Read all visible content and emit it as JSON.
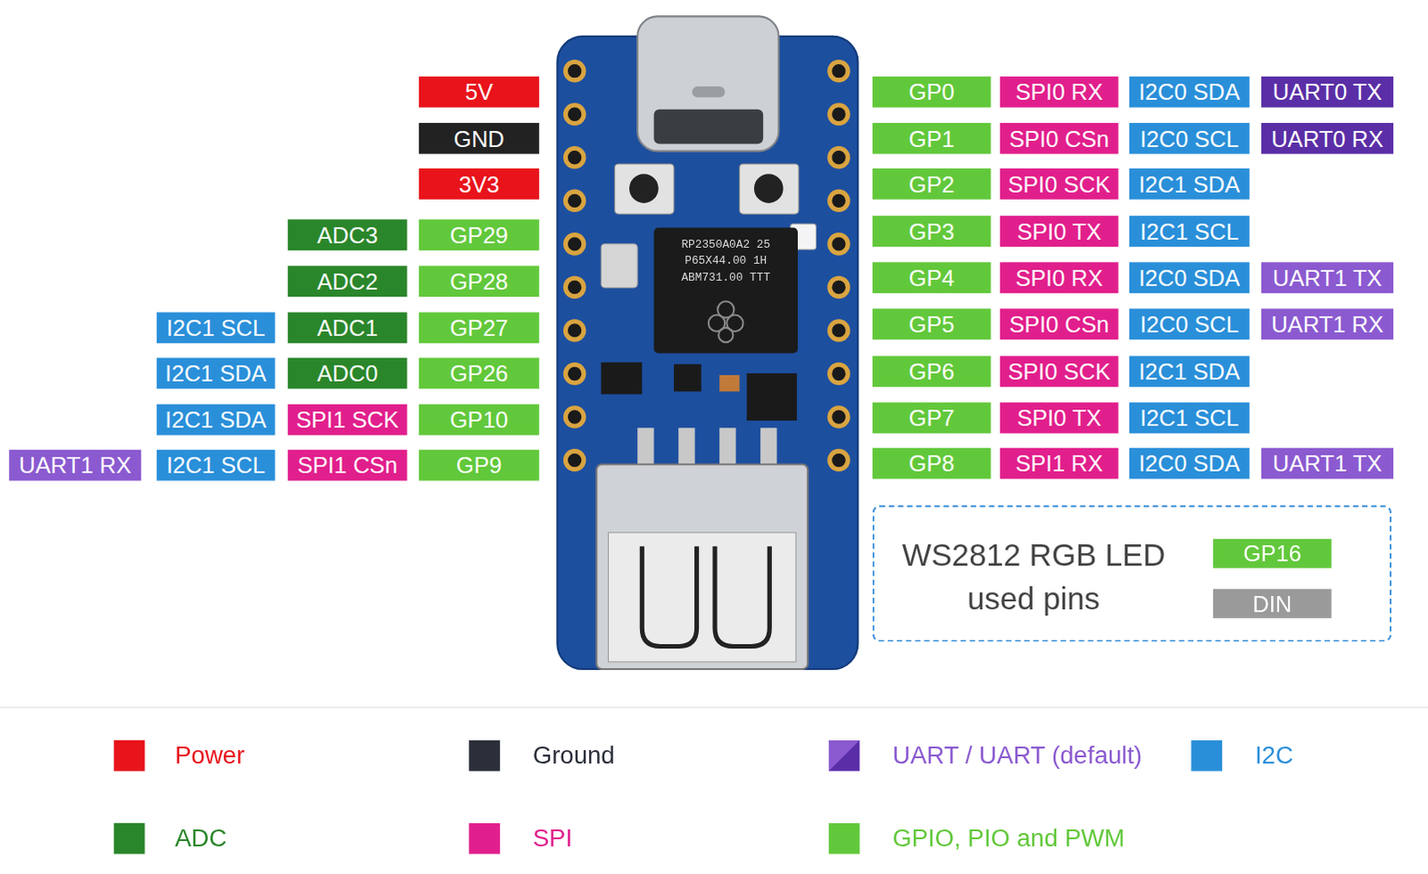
{
  "diagram": {
    "nodes": [
      {
        "text": [
          "5V"
        ]
      },
      {
        "text": [
          "GP0"
        ]
      },
      {
        "text": [
          "SPI0 RX"
        ]
      },
      {
        "text": [
          "I2C0 SDA"
        ]
      },
      {
        "text": [
          "UART0 TX"
        ]
      },
      {
        "text": [
          "GND"
        ]
      },
      {
        "text": [
          "GP1"
        ]
      },
      {
        "text": [
          "SPI0 CSn"
        ]
      },
      {
        "text": [
          "I2C0 SCL"
        ]
      },
      {
        "text": [
          "UART0 RX"
        ]
      },
      {
        "text": [
          "3V3"
        ]
      },
      {
        "text": [
          "GP2"
        ]
      },
      {
        "text": [
          "SPI0 SCK"
        ]
      },
      {
        "text": [
          "I2C1 SDA"
        ]
      },
      {
        "text": [
          "ADC3"
        ]
      },
      {
        "text": [
          "GP29"
        ]
      },
      {
        "text": [
          "GP3"
        ]
      },
      {
        "text": [
          "SPI0 TX"
        ]
      },
      {
        "text": [
          "I2C1 SCL"
        ]
      },
      {
        "text": [
          "ADC2"
        ]
      },
      {
        "text": [
          "GP28"
        ]
      },
      {
        "text": [
          "GP4"
        ]
      },
      {
        "text": [
          "SPI0 RX"
        ]
      },
      {
        "text": [
          "I2C0 SDA"
        ]
      },
      {
        "text": [
          "UART1 TX"
        ]
      },
      {
        "text": [
          "I2C1 SCL"
        ]
      },
      {
        "text": [
          "ADC1"
        ]
      },
      {
        "text": [
          "GP27"
        ]
      },
      {
        "text": [
          "GP5"
        ]
      },
      {
        "text": [
          "SPI0 CSn"
        ]
      },
      {
        "text": [
          "I2C0 SCL"
        ]
      },
      {
        "text": [
          "UART1 RX"
        ]
      },
      {
        "text": [
          "I2C1 SDA"
        ]
      },
      {
        "text": [
          "ADC0"
        ]
      },
      {
        "text": [
          "GP26"
        ]
      },
      {
        "text": [
          "GP6"
        ]
      },
      {
        "text": [
          "SPI0 SCK"
        ]
      },
      {
        "text": [
          "I2C1 SDA"
        ]
      },
      {
        "text": [
          "I2C1 SDA"
        ]
      },
      {
        "text": [
          "SPI1 SCK"
        ]
      },
      {
        "text": [
          "GP10"
        ]
      },
      {
        "text": [
          "GP7"
        ]
      },
      {
        "text": [
          "SPI0 TX"
        ]
      },
      {
        "text": [
          "I2C1 SCL"
        ]
      },
      {
        "text": [
          "UART1 RX"
        ]
      },
      {
        "text": [
          "I2C1 SCL"
        ]
      },
      {
        "text": [
          "SPI1 CSn"
        ]
      },
      {
        "text": [
          "GP9"
        ]
      },
      {
        "text": [
          "GP8"
        ]
      },
      {
        "text": [
          "SPI1 RX"
        ]
      },
      {
        "text": [
          "I2C0 SDA"
        ]
      },
      {
        "text": [
          "UART1 TX"
        ]
      },
      {
        "text": [
          "WS2812 RGB LED used pins"
        ]
      },
      {
        "text": [
          "GP16"
        ],
        "in": 52
      },
      {
        "text": [
          "DIN"
        ],
        "in": 52
      }
    ],
    "labels": [
      "RP2350A0A2 25",
      "P65X44.00  1H",
      "ABM731.00 TTT"
    ],
    "legend": [
      {
        "text": "Power",
        "color": "#e8131b"
      },
      {
        "text": "Ground",
        "color": "#2b2f3a"
      },
      {
        "text": "UART / UART (default)",
        "color": "#8b5ad0"
      },
      {
        "text": "I2C",
        "color": "#2a8fd9"
      },
      {
        "text": "ADC",
        "color": "#2a862a"
      },
      {
        "text": "SPI",
        "color": "#e11f8c"
      },
      {
        "text": "GPIO, PIO and PWM",
        "color": "#62c83b"
      }
    ]
  }
}
